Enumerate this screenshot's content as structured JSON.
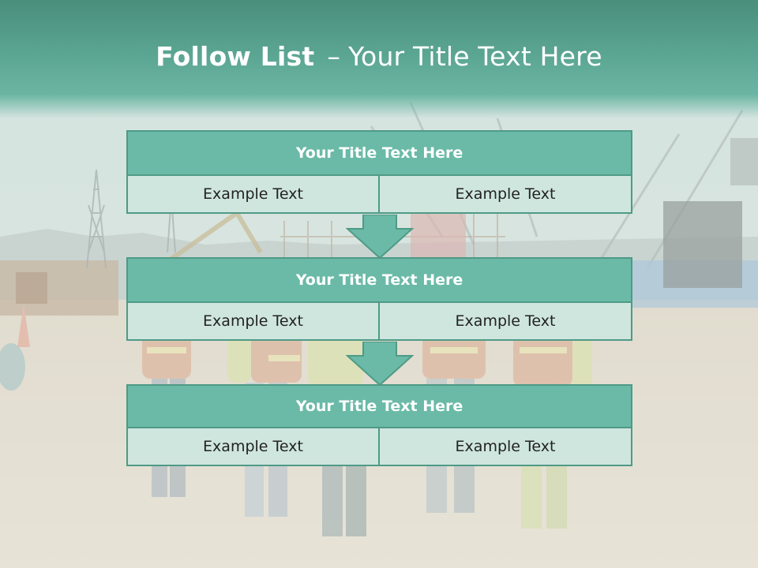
{
  "title": {
    "bold": "Follow List",
    "separator": "–",
    "rest": "Your Title Text Here"
  },
  "rows": [
    {
      "heading": "Your Title Text Here",
      "left": "Example Text",
      "right": "Example Text"
    },
    {
      "heading": "Your Title Text Here",
      "left": "Example Text",
      "right": "Example Text"
    },
    {
      "heading": "Your Title Text Here",
      "left": "Example Text",
      "right": "Example Text"
    }
  ],
  "colors": {
    "header": "#5aa592",
    "row_heading": "#6abaa7",
    "row_cell": "#cfe6de",
    "border": "#4f9a86"
  },
  "background": {
    "description_icon": "construction-site-photo"
  }
}
